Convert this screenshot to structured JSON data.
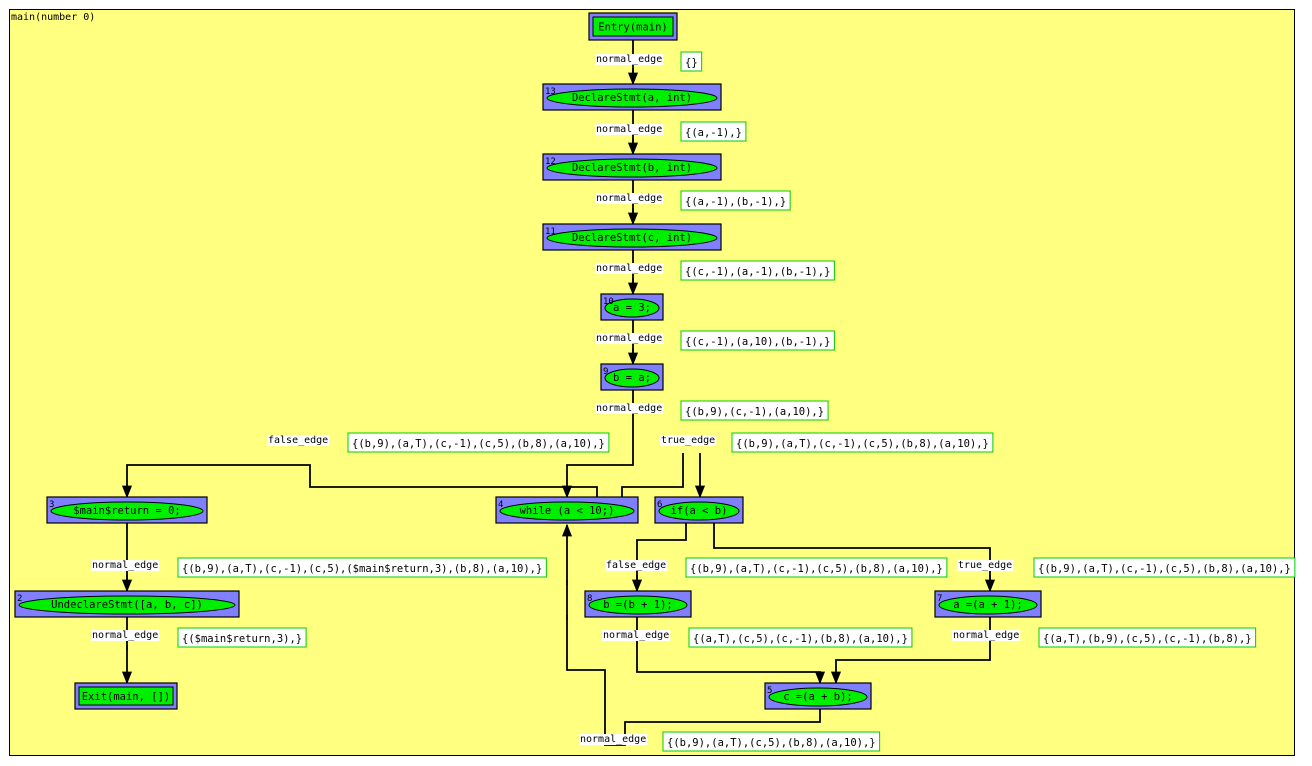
{
  "frame_title": "main(number 0)",
  "nodes": [
    {
      "id": "entry",
      "num": "",
      "label": "Entry(main)",
      "shape": "rect"
    },
    {
      "id": "n13",
      "num": "13",
      "label": "DeclareStmt(a, int)",
      "shape": "ellipse"
    },
    {
      "id": "n12",
      "num": "12",
      "label": "DeclareStmt(b, int)",
      "shape": "ellipse"
    },
    {
      "id": "n11",
      "num": "11",
      "label": "DeclareStmt(c, int)",
      "shape": "ellipse"
    },
    {
      "id": "n10",
      "num": "10",
      "label": "a = 3;",
      "shape": "ellipse"
    },
    {
      "id": "n9",
      "num": "9",
      "label": "b = a;",
      "shape": "ellipse"
    },
    {
      "id": "n4",
      "num": "4",
      "label": "while (a < 10;)",
      "shape": "ellipse"
    },
    {
      "id": "n6",
      "num": "6",
      "label": "if(a < b)",
      "shape": "ellipse"
    },
    {
      "id": "n3",
      "num": "3",
      "label": "$main$return = 0;",
      "shape": "ellipse"
    },
    {
      "id": "n2",
      "num": "2",
      "label": "UndeclareStmt([a, b, c])",
      "shape": "ellipse"
    },
    {
      "id": "exit",
      "num": "",
      "label": "Exit(main, [])",
      "shape": "rect"
    },
    {
      "id": "n8",
      "num": "8",
      "label": "b =(b + 1);",
      "shape": "ellipse"
    },
    {
      "id": "n7",
      "num": "7",
      "label": "a =(a + 1);",
      "shape": "ellipse"
    },
    {
      "id": "n5",
      "num": "5",
      "label": "c =(a + b);",
      "shape": "ellipse"
    }
  ],
  "edges": [
    {
      "id": "e1",
      "kind": "normal_edge",
      "set": "{}"
    },
    {
      "id": "e2",
      "kind": "normal_edge",
      "set": "{(a,-1),}"
    },
    {
      "id": "e3",
      "kind": "normal_edge",
      "set": "{(a,-1),(b,-1),}"
    },
    {
      "id": "e4",
      "kind": "normal_edge",
      "set": "{(c,-1),(a,-1),(b,-1),}"
    },
    {
      "id": "e5",
      "kind": "normal_edge",
      "set": "{(c,-1),(a,10),(b,-1),}"
    },
    {
      "id": "e6",
      "kind": "normal_edge",
      "set": "{(b,9),(c,-1),(a,10),}"
    },
    {
      "id": "e7",
      "kind": "false_edge",
      "set": "{(b,9),(a,T),(c,-1),(c,5),(b,8),(a,10),}"
    },
    {
      "id": "e8",
      "kind": "true_edge",
      "set": "{(b,9),(a,T),(c,-1),(c,5),(b,8),(a,10),}"
    },
    {
      "id": "e9",
      "kind": "normal_edge",
      "set": "{(b,9),(a,T),(c,-1),(c,5),($main$return,3),(b,8),(a,10),}"
    },
    {
      "id": "e10",
      "kind": "normal_edge",
      "set": "{($main$return,3),}"
    },
    {
      "id": "e11",
      "kind": "false_edge",
      "set": "{(b,9),(a,T),(c,-1),(c,5),(b,8),(a,10),}"
    },
    {
      "id": "e12",
      "kind": "true_edge",
      "set": "{(b,9),(a,T),(c,-1),(c,5),(b,8),(a,10),}"
    },
    {
      "id": "e13",
      "kind": "normal_edge",
      "set": "{(a,T),(c,5),(c,-1),(b,8),(a,10),}"
    },
    {
      "id": "e14",
      "kind": "normal_edge",
      "set": "{(a,T),(b,9),(c,5),(c,-1),(b,8),}"
    },
    {
      "id": "e15",
      "kind": "normal_edge",
      "set": "{(b,9),(a,T),(c,5),(b,8),(a,10),}"
    }
  ],
  "colors": {
    "background": "#ffff80",
    "node_box": "#8080ff",
    "node_fill": "#00ee00",
    "set_border": "#00cc00",
    "line": "#000000"
  }
}
